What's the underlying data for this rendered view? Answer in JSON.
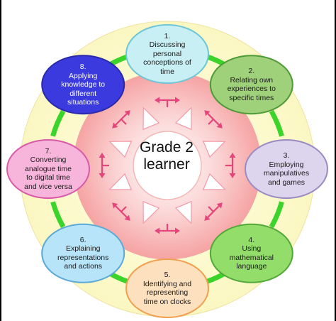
{
  "center": {
    "label": "Grade 2\nlearner"
  },
  "nodes": [
    {
      "num": "1.",
      "text": "Discussing\npersonal\nconceptions of\ntime",
      "fill": "#c8f0f4",
      "stroke": "#6fc6d6"
    },
    {
      "num": "2.",
      "text": "Relating own\nexperiences to\nspecific times",
      "fill": "#9fd07a",
      "stroke": "#4e9a36"
    },
    {
      "num": "3.",
      "text": "Employing\nmanipulatives\nand games",
      "fill": "#ddd5ee",
      "stroke": "#9a8cc2"
    },
    {
      "num": "4.",
      "text": "Using\nmathematical\nlanguage",
      "fill": "#93dd6a",
      "stroke": "#53a83a"
    },
    {
      "num": "5.",
      "text": "Identifying and\nrepresenting\ntime on clocks",
      "fill": "#fde0bd",
      "stroke": "#f0a050"
    },
    {
      "num": "6.",
      "text": "Explaining\nrepresentations\nand actions",
      "fill": "#b7e4f8",
      "stroke": "#5aa9d6"
    },
    {
      "num": "7.",
      "text": "Converting\nanalogue time\nto digital time\nand vice versa",
      "fill": "#f7b5dc",
      "stroke": "#d85aa8"
    },
    {
      "num": "8.",
      "text": "Applying\nknowledge to\ndifferent\nsituations",
      "fill": "#3a3adf",
      "stroke": "#2a2aa8",
      "text_color": "#ffffff"
    }
  ],
  "colors": {
    "outer_disc": "#fcfcd0",
    "outer_disc_edge": "#f2e6a8",
    "inner_disc_center": "#ffffff",
    "inner_disc_edge": "#f6a9a9",
    "ring": "#3ad42a",
    "arrow": "#e4457a",
    "triangle_fill": "#ffffff",
    "triangle_stroke": "#f09aa8"
  }
}
